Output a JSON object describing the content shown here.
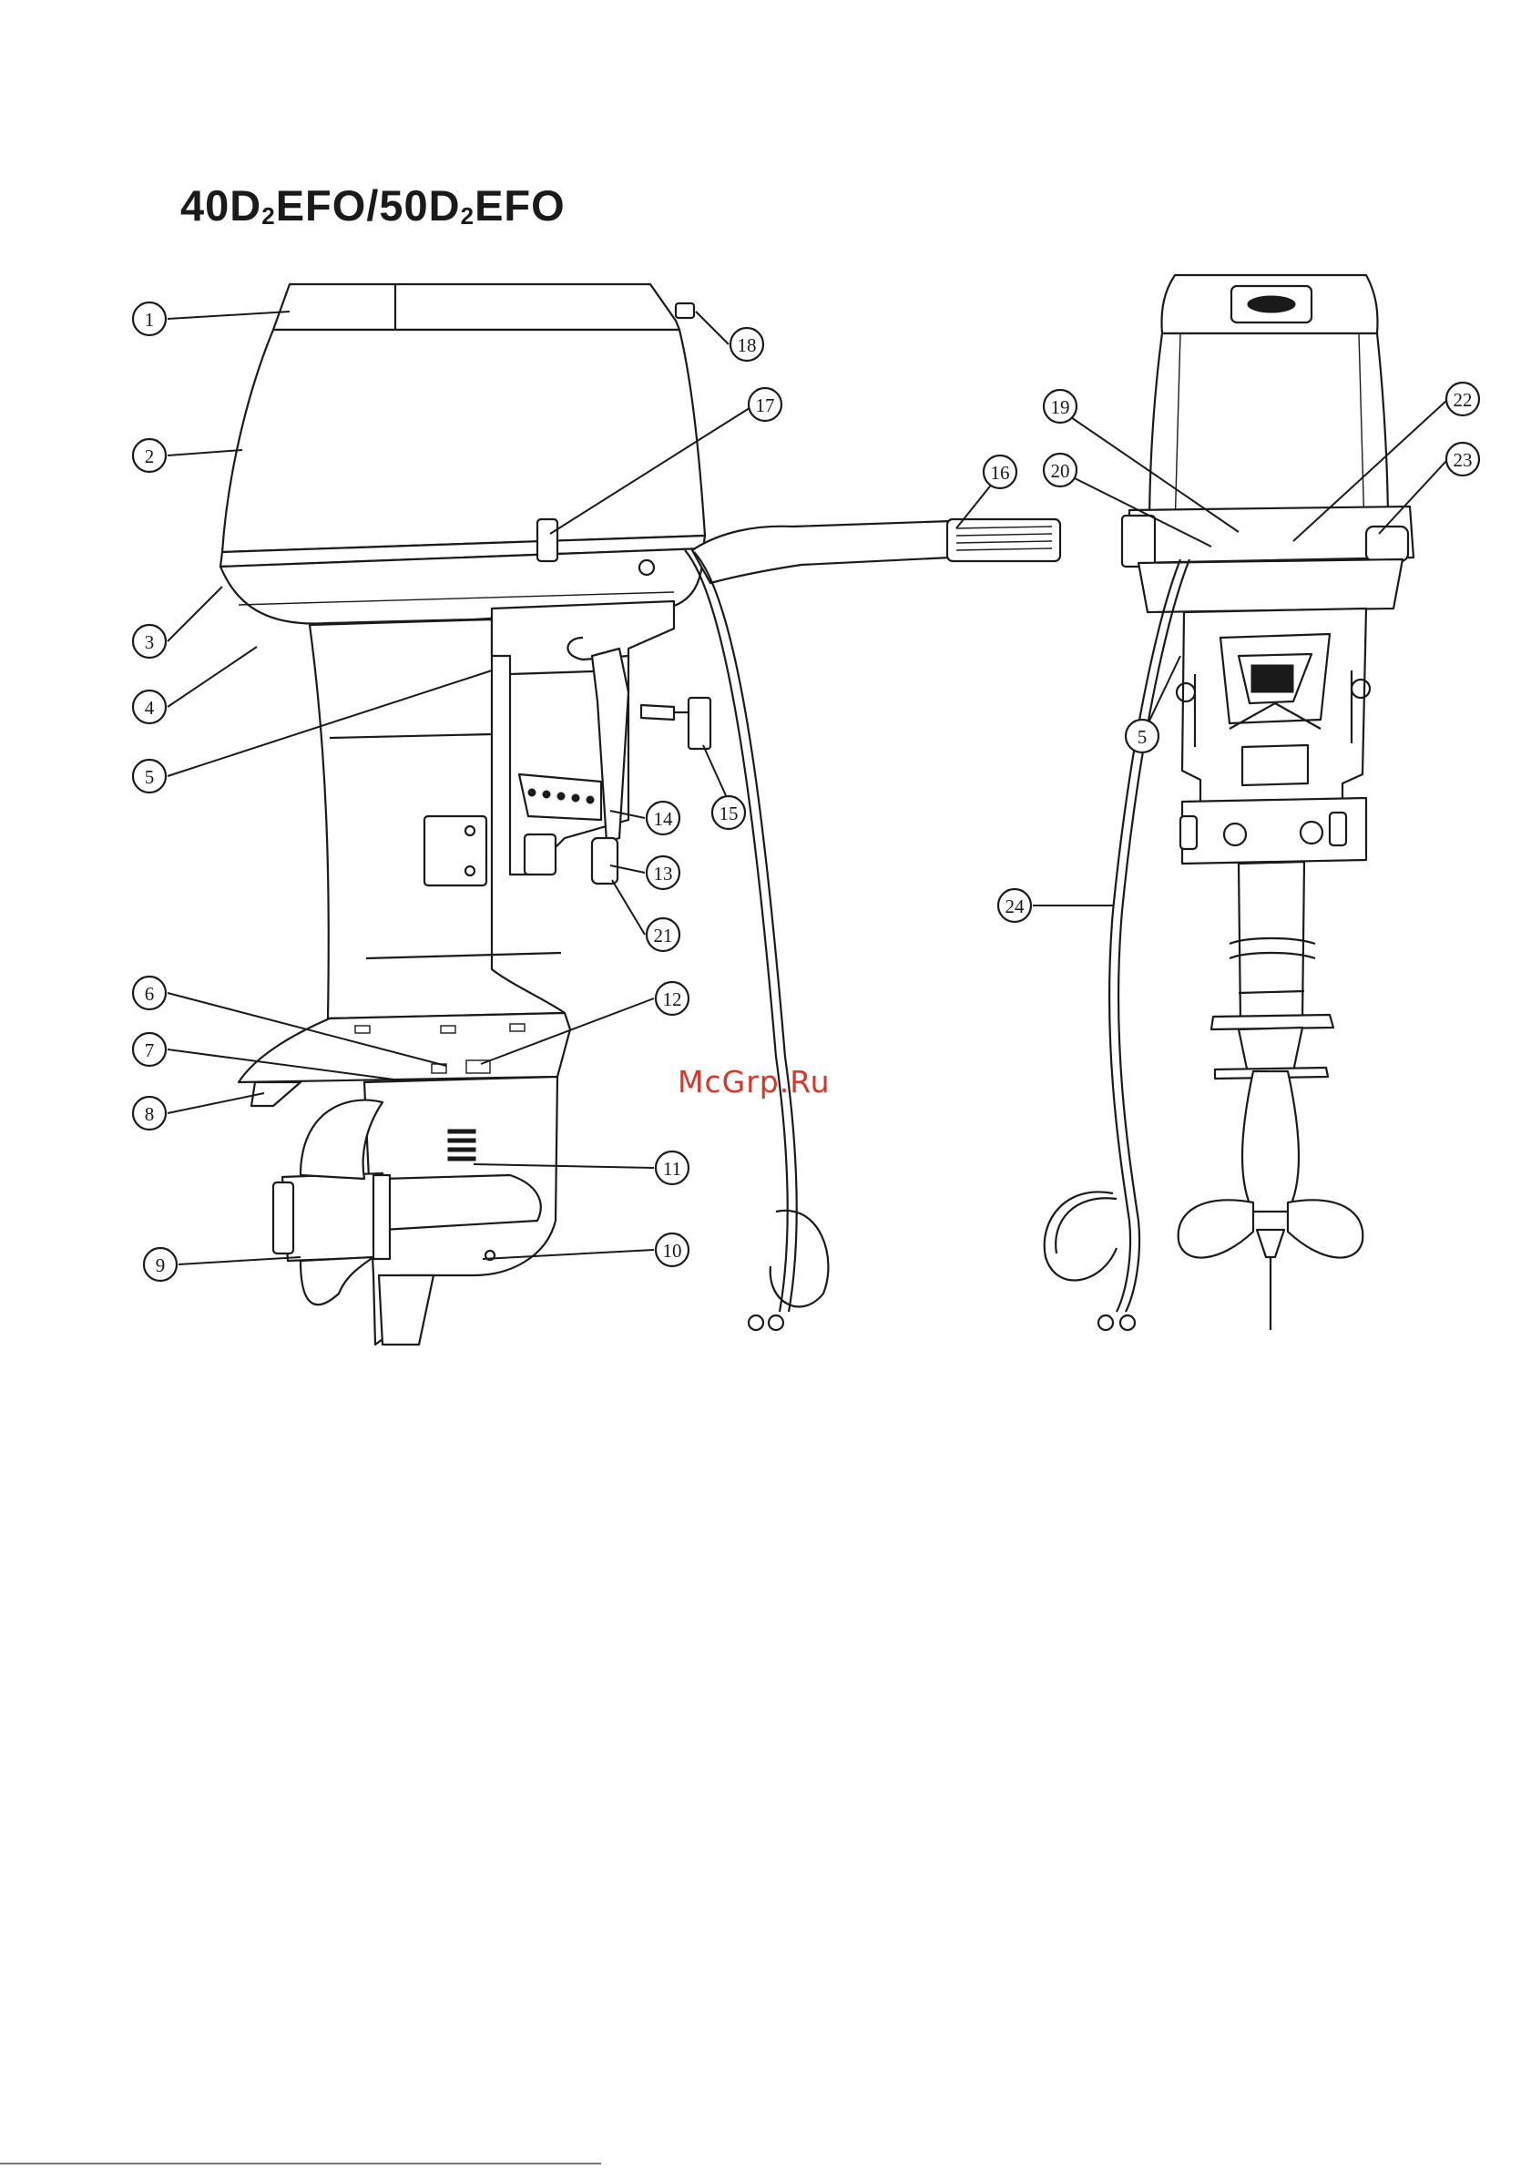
{
  "title": {
    "part1": "40D",
    "sub1": "2",
    "part2": "EFO/50D",
    "sub2": "2",
    "part3": "EFO"
  },
  "watermark": "McGrp.Ru",
  "callouts_left": [
    "1",
    "2",
    "3",
    "4",
    "5",
    "6",
    "7",
    "8",
    "9",
    "10",
    "11",
    "12",
    "13",
    "14",
    "15",
    "16",
    "17",
    "18",
    "21"
  ],
  "callouts_right": [
    "5",
    "19",
    "20",
    "22",
    "23",
    "24"
  ],
  "colors": {
    "line": "#1a1a1a",
    "watermark": "#d9362b",
    "background": "#ffffff"
  }
}
